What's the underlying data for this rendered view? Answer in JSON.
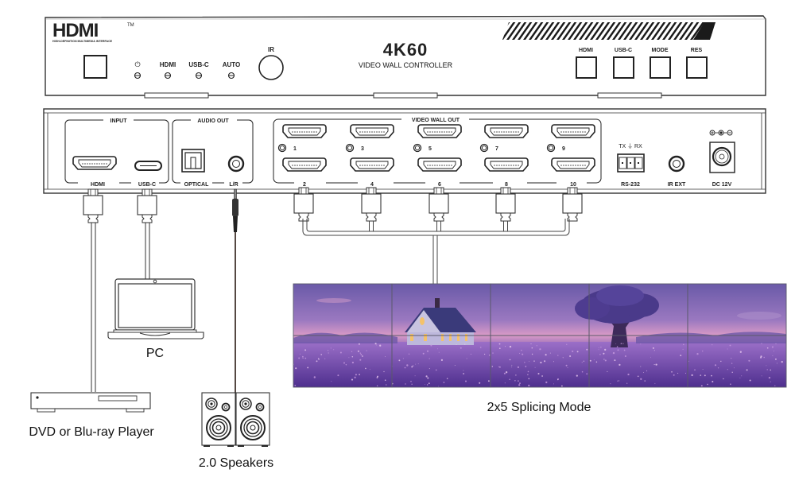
{
  "front_panel": {
    "logo": "HDMI",
    "logo_tm": "TM",
    "logo_sub": "HIGH-DEFINITION MULTIMEDIA INTERFACE",
    "model": "4K60",
    "subtitle": "VIDEO WALL CONTROLLER",
    "ir_label": "IR",
    "indicators": [
      {
        "label": "⏻",
        "icon": "power-icon"
      },
      {
        "label": "HDMI"
      },
      {
        "label": "USB-C"
      },
      {
        "label": "AUTO"
      }
    ],
    "buttons": [
      {
        "label": "HDMI"
      },
      {
        "label": "USB-C"
      },
      {
        "label": "MODE"
      },
      {
        "label": "RES"
      }
    ]
  },
  "rear_panel": {
    "input_group": "INPUT",
    "input_ports": [
      "HDMI",
      "USB-C"
    ],
    "audio_group": "AUDIO OUT",
    "audio_ports": [
      "OPTICAL",
      "L/R"
    ],
    "video_group": "VIDEO WALL OUT",
    "top_ports": [
      "1",
      "3",
      "5",
      "7",
      "9"
    ],
    "bottom_ports": [
      "2",
      "4",
      "6",
      "8",
      "10"
    ],
    "rs232_pins": "TX ⏚ RX",
    "rs232_label": "RS-232",
    "irext_label": "IR EXT",
    "dc_label": "DC 12V"
  },
  "devices": {
    "pc": "PC",
    "dvd": "DVD or Blu-ray Player",
    "speakers": "2.0 Speakers",
    "wall": "2x5 Splicing Mode"
  },
  "wall": {
    "rows": 2,
    "cols": 5
  }
}
